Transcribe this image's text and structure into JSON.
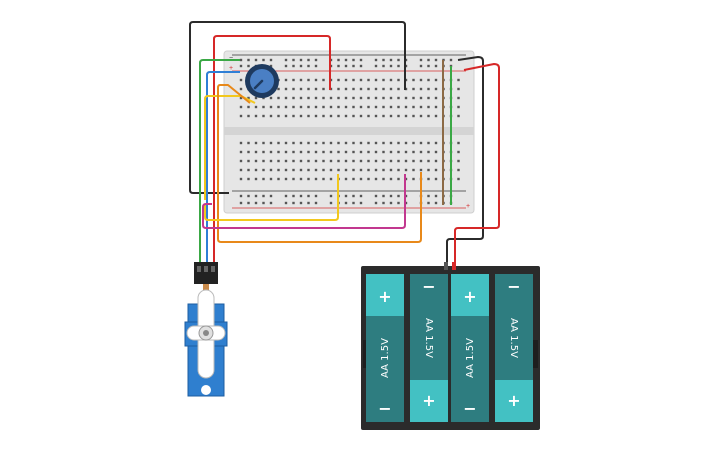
{
  "battery_pack": {
    "cells": [
      {
        "label": "AA 1.5V",
        "plus": "+",
        "minus": "−",
        "orientation": "plus-top"
      },
      {
        "label": "AA 1.5V",
        "plus": "+",
        "minus": "−",
        "orientation": "minus-top"
      },
      {
        "label": "AA 1.5V",
        "plus": "+",
        "minus": "−",
        "orientation": "plus-top"
      },
      {
        "label": "AA 1.5V",
        "plus": "+",
        "minus": "−",
        "orientation": "minus-top"
      }
    ],
    "colors": {
      "case": "#2b2b2b",
      "cell_body": "#2e7d80",
      "cell_cap": "#43c1c3"
    }
  },
  "breadboard": {
    "rail_plus": "+",
    "rail_minus": "−",
    "colors": {
      "board": "#e6e6e6",
      "hole": "#555555",
      "rail_red": "#d32f2f",
      "rail_black": "#333333"
    }
  },
  "wire_colors": {
    "red": "#d62828",
    "black": "#2b2b2b",
    "green": "#3aa845",
    "blue": "#2f7fd6",
    "yellow": "#f2c81d",
    "orange": "#e8891a",
    "magenta": "#c2388f",
    "brown": "#8c6a45"
  },
  "components": {
    "potentiometer": {
      "color": "#1e3a5f",
      "knob": "#4a7fc4"
    },
    "servo": {
      "color": "#2f7fcf",
      "horn": "#ffffff",
      "connector": "#222222"
    }
  }
}
